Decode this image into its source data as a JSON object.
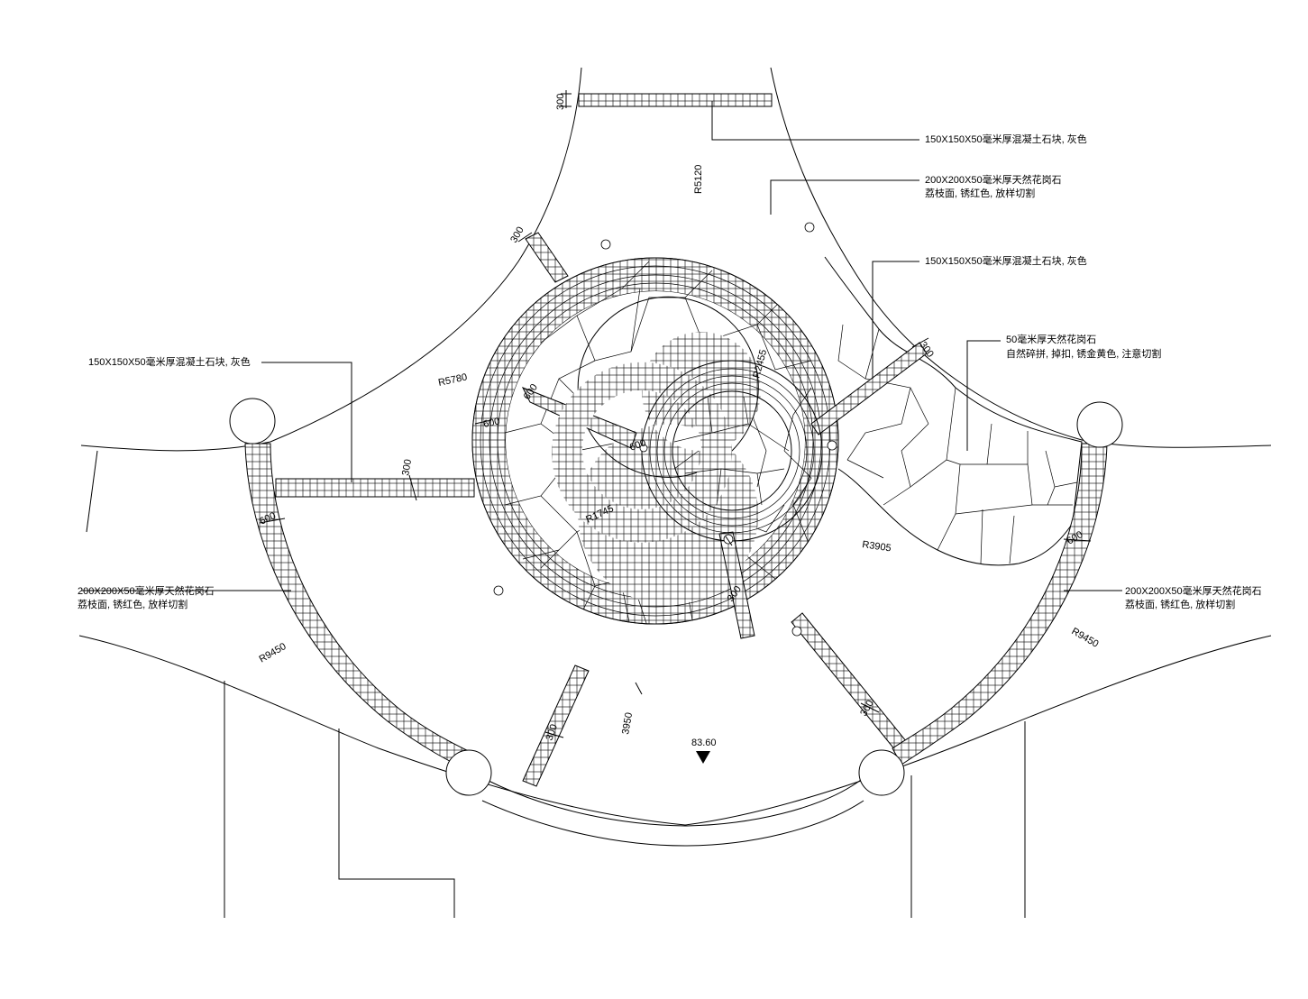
{
  "annotations": {
    "paver_concrete_top": "150X150X50毫米厚混凝土石块, 灰色",
    "granite_ring_top_1": "200X200X50毫米厚天然花岗石",
    "granite_ring_top_2": "荔枝面, 锈红色, 放样切割",
    "paver_concrete_right": "150X150X50毫米厚混凝土石块, 灰色",
    "natural_stone_1": "50毫米厚天然花岗石",
    "natural_stone_2": "自然碎拼, 掉扣, 锈金黄色, 注意切割",
    "paver_concrete_left": "150X150X50毫米厚混凝土石块, 灰色",
    "granite_left_1": "200X200X50毫米厚天然花岗石",
    "granite_left_2": "荔枝面, 锈红色, 放样切割",
    "granite_right_1": "200X200X50毫米厚天然花岗石",
    "granite_right_2": "荔枝面, 锈红色, 放样切割"
  },
  "dimensions": {
    "d300_top": "300",
    "r5120": "R5120",
    "d300_upper_left": "300",
    "d300_right": "300",
    "r5780": "R5780",
    "d600_left_ring": "600",
    "d600_inner_a": "600",
    "r2455": "R2455",
    "d600_inner_b": "600",
    "d300_left_path": "300",
    "r1745": "R1745",
    "d600_left_arc": "600",
    "r3905": "R3905",
    "d600_right_arc": "600",
    "d300_inner_spoke": "300",
    "r9450_left": "R9450",
    "r9450_right": "R9450",
    "d3950": "3950",
    "d300_lower_left": "300",
    "d300_lower_right": "300",
    "elevation": "83.60"
  }
}
